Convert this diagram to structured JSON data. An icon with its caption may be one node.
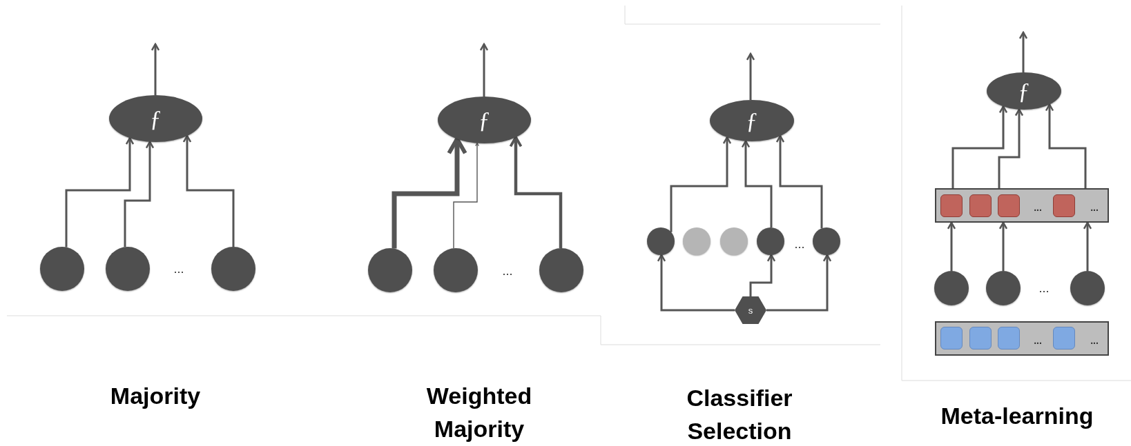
{
  "diagram": {
    "nodes": [
      {
        "text": [
          "ƒ"
        ]
      },
      {
        "text": [],
        "shape": "circle"
      },
      {
        "text": [],
        "shape": "circle"
      },
      {
        "text": [],
        "shape": "circle"
      },
      {
        "text": [
          "ƒ"
        ]
      },
      {
        "text": [],
        "shape": "circle"
      },
      {
        "text": [],
        "shape": "circle"
      },
      {
        "text": [],
        "shape": "circle"
      },
      {
        "text": [
          "ƒ"
        ]
      },
      {
        "text": [],
        "shape": "circle"
      },
      {
        "text": [],
        "shape": "circle"
      },
      {
        "text": [],
        "shape": "circle"
      },
      {
        "text": [],
        "shape": "circle"
      },
      {
        "text": [],
        "shape": "circle"
      },
      {
        "text": [
          "s"
        ]
      },
      {
        "text": [
          "ƒ"
        ]
      },
      {
        "text": [
          "...",
          "..."
        ]
      },
      {
        "text": [],
        "shape": "box",
        "in": 16
      },
      {
        "text": [],
        "shape": "box",
        "in": 16
      },
      {
        "text": [],
        "shape": "box",
        "in": 16
      },
      {
        "text": [],
        "shape": "box",
        "in": 16
      },
      {
        "text": [],
        "shape": "circle"
      },
      {
        "text": [],
        "shape": "circle"
      },
      {
        "text": [],
        "shape": "circle"
      },
      {
        "text": [
          "...",
          "..."
        ]
      },
      {
        "text": [],
        "shape": "box",
        "in": 24
      },
      {
        "text": [],
        "shape": "box",
        "in": 24
      },
      {
        "text": [],
        "shape": "box",
        "in": 24
      },
      {
        "text": [],
        "shape": "box",
        "in": 24
      }
    ],
    "edges": [
      {
        "from": 1,
        "to": 0,
        "arrow": "to"
      },
      {
        "from": 2,
        "to": 0,
        "arrow": "to"
      },
      {
        "from": 3,
        "to": 0,
        "arrow": "to"
      },
      {
        "from": 0,
        "to": null,
        "arrow": "to"
      },
      {
        "from": 5,
        "to": 4,
        "arrow": "to",
        "style": "thick"
      },
      {
        "from": 6,
        "to": 4,
        "arrow": "to"
      },
      {
        "from": 7,
        "to": 4,
        "arrow": "to"
      },
      {
        "from": 4,
        "to": null,
        "arrow": "to"
      },
      {
        "from": 9,
        "to": 8,
        "arrow": "to"
      },
      {
        "from": 12,
        "to": 8,
        "arrow": "to"
      },
      {
        "from": 13,
        "to": 8,
        "arrow": "to"
      },
      {
        "from": 8,
        "to": null,
        "arrow": "to"
      },
      {
        "from": 14,
        "to": 9,
        "arrow": "to"
      },
      {
        "from": 14,
        "to": 12,
        "arrow": "to"
      },
      {
        "from": 14,
        "to": 13,
        "arrow": "to"
      },
      {
        "from": 16,
        "to": 15,
        "arrow": "to"
      },
      {
        "from": 16,
        "to": 15,
        "arrow": "to"
      },
      {
        "from": 16,
        "to": 15,
        "arrow": "to"
      },
      {
        "from": 15,
        "to": null,
        "arrow": "to"
      },
      {
        "from": 21,
        "to": 16,
        "arrow": "to"
      },
      {
        "from": 22,
        "to": 16,
        "arrow": "to"
      },
      {
        "from": 23,
        "to": 16,
        "arrow": "to"
      }
    ],
    "labels": [
      "...",
      "...",
      "...",
      "...",
      "Majority",
      "Weighted Majority",
      "Classifier Selection",
      "Meta-learning"
    ]
  }
}
